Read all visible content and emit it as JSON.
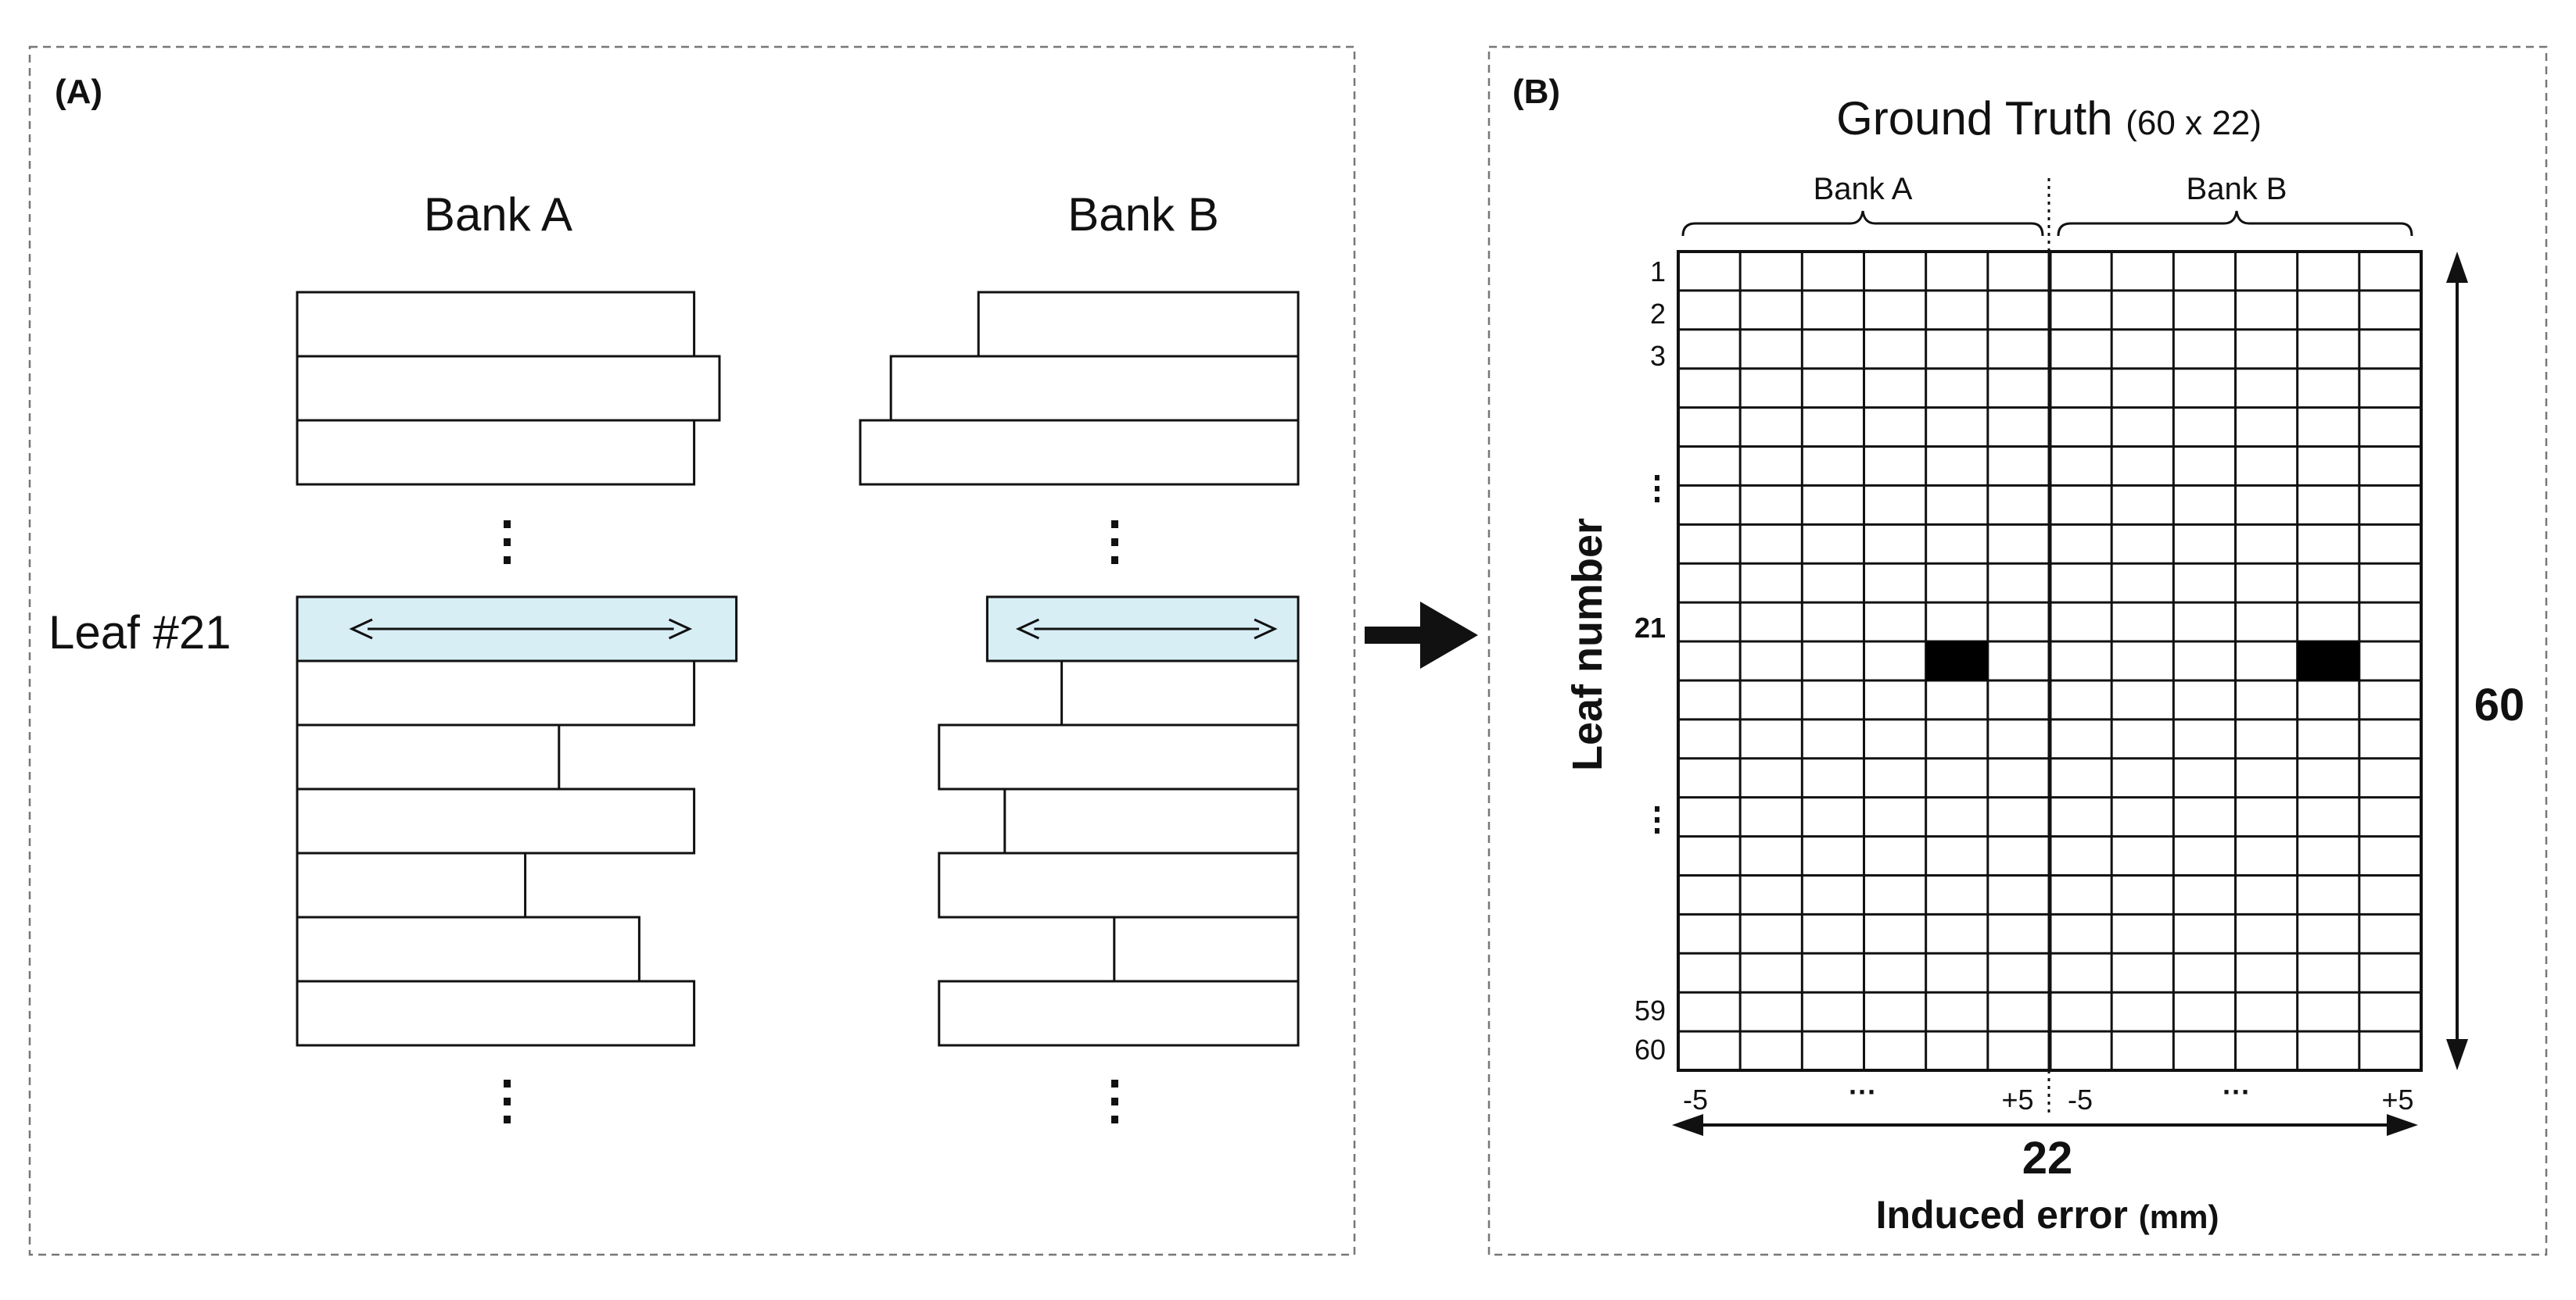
{
  "panel_a": {
    "label": "(A)",
    "bank_a_title": "Bank A",
    "bank_b_title": "Bank B",
    "leaf_label": "Leaf #21",
    "leaf_fill": "#d7eef5",
    "bank_a_leaves_top": [
      0.94,
      1.0,
      0.94
    ],
    "bank_b_leaves_top": [
      0.73,
      0.93,
      1.0
    ],
    "bank_a_leaf_highlight": 1.04,
    "bank_b_leaf_highlight": 0.71,
    "bank_a_leaves_bottom": [
      0.94,
      0.62,
      0.94,
      0.54,
      0.81,
      0.94
    ],
    "bank_b_leaves_bottom": [
      0.54,
      0.82,
      0.67,
      0.82,
      0.42,
      0.82
    ]
  },
  "panel_b": {
    "label": "(B)",
    "title": "Ground Truth",
    "title_dims": "(60 x 22)",
    "bank_a_label": "Bank A",
    "bank_b_label": "Bank B",
    "row_labels": {
      "r1": "1",
      "r2": "2",
      "r3": "3",
      "r21": "21",
      "r59": "59",
      "r60": "60"
    },
    "y_axis_label": "Leaf number",
    "x_ticks": {
      "a_left": "-5",
      "a_mid": "···",
      "a_right": "+5",
      "b_left": "-5",
      "b_mid": "···",
      "b_right": "+5"
    },
    "rows_total": "60",
    "cols_total": "22",
    "x_axis_label": "Induced error",
    "x_axis_unit": "(mm)",
    "grid_rows_drawn": 21,
    "grid_cols_drawn": 12,
    "filled_cells": [
      {
        "row": 10,
        "col": 4
      },
      {
        "row": 10,
        "col": 10
      }
    ],
    "highlight_color": "#000000"
  }
}
